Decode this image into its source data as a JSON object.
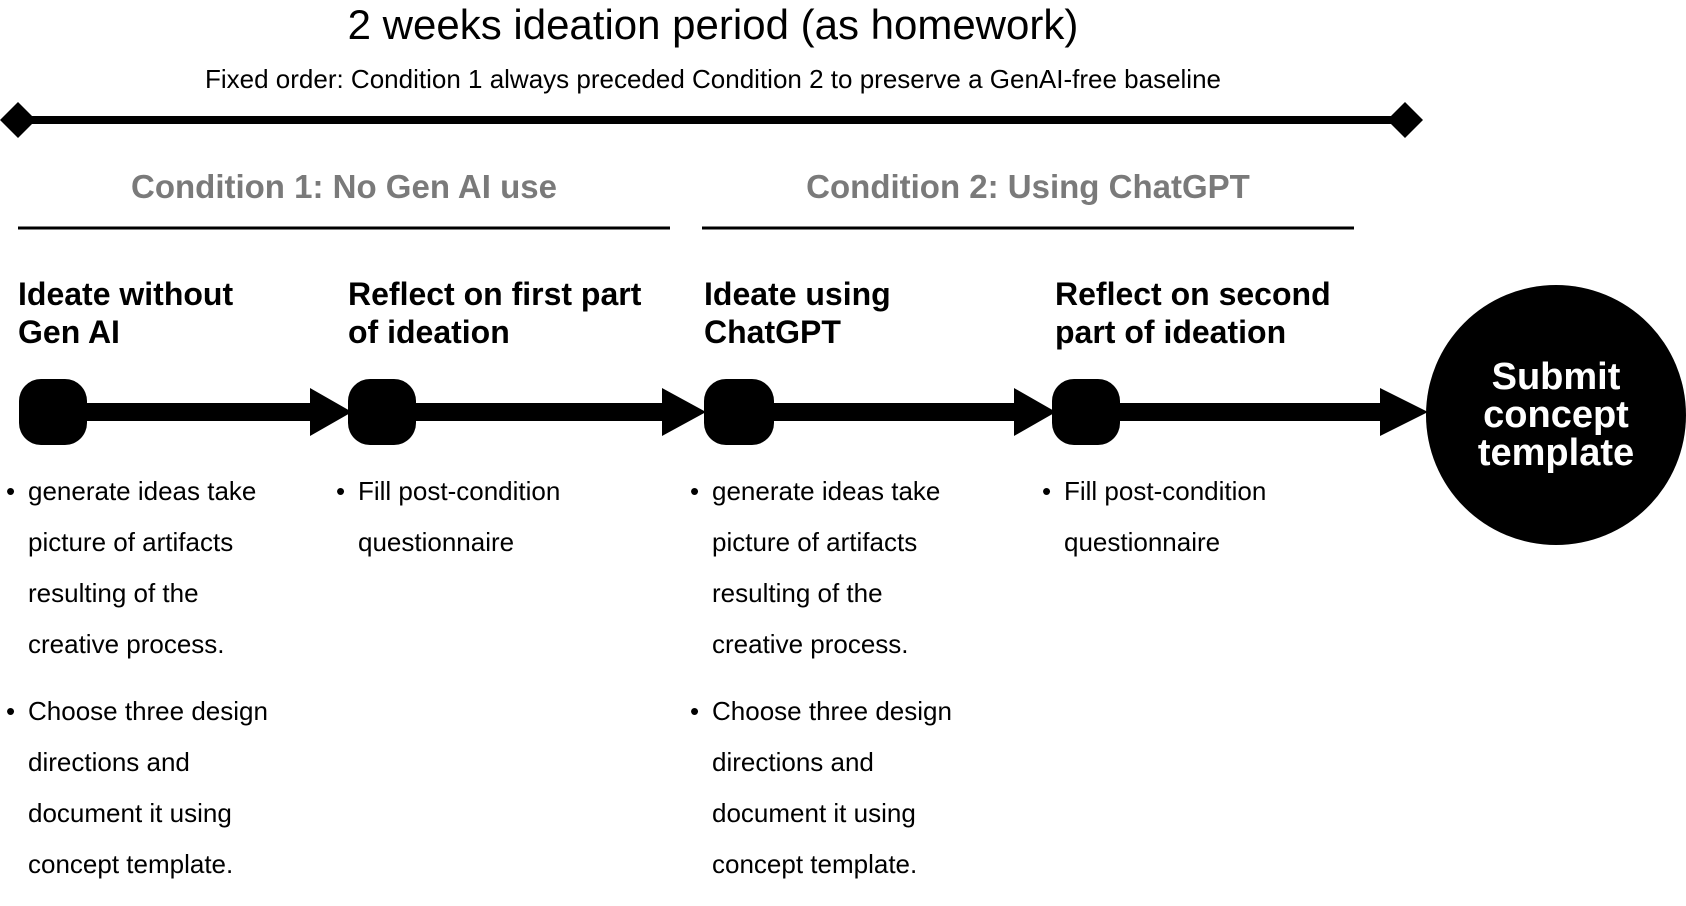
{
  "header": {
    "title": "2 weeks ideation period (as homework)",
    "subtitle": "Fixed order: Condition 1 always preceded Condition 2 to preserve a GenAI-free baseline"
  },
  "conditions": [
    {
      "label": "Condition 1: No Gen AI use"
    },
    {
      "label": "Condition 2: Using ChatGPT"
    }
  ],
  "steps": [
    {
      "title_line1": "Ideate without",
      "title_line2": "Gen AI",
      "bullets": [
        "generate ideas take picture of artifacts resulting of the creative process.",
        "Choose three design directions and document it using concept template."
      ]
    },
    {
      "title_line1": "Reflect on first part",
      "title_line2": "of ideation",
      "bullets": [
        "Fill post-condition questionnaire"
      ]
    },
    {
      "title_line1": "Ideate using",
      "title_line2": "ChatGPT",
      "bullets": [
        "generate ideas take picture of artifacts resulting of the creative process.",
        "Choose three design directions and document it using concept template."
      ]
    },
    {
      "title_line1": "Reflect on second",
      "title_line2": "part of ideation",
      "bullets": [
        "Fill post-condition questionnaire"
      ]
    }
  ],
  "final_step": {
    "line1": "Submit",
    "line2": "concept",
    "line3": "template"
  }
}
